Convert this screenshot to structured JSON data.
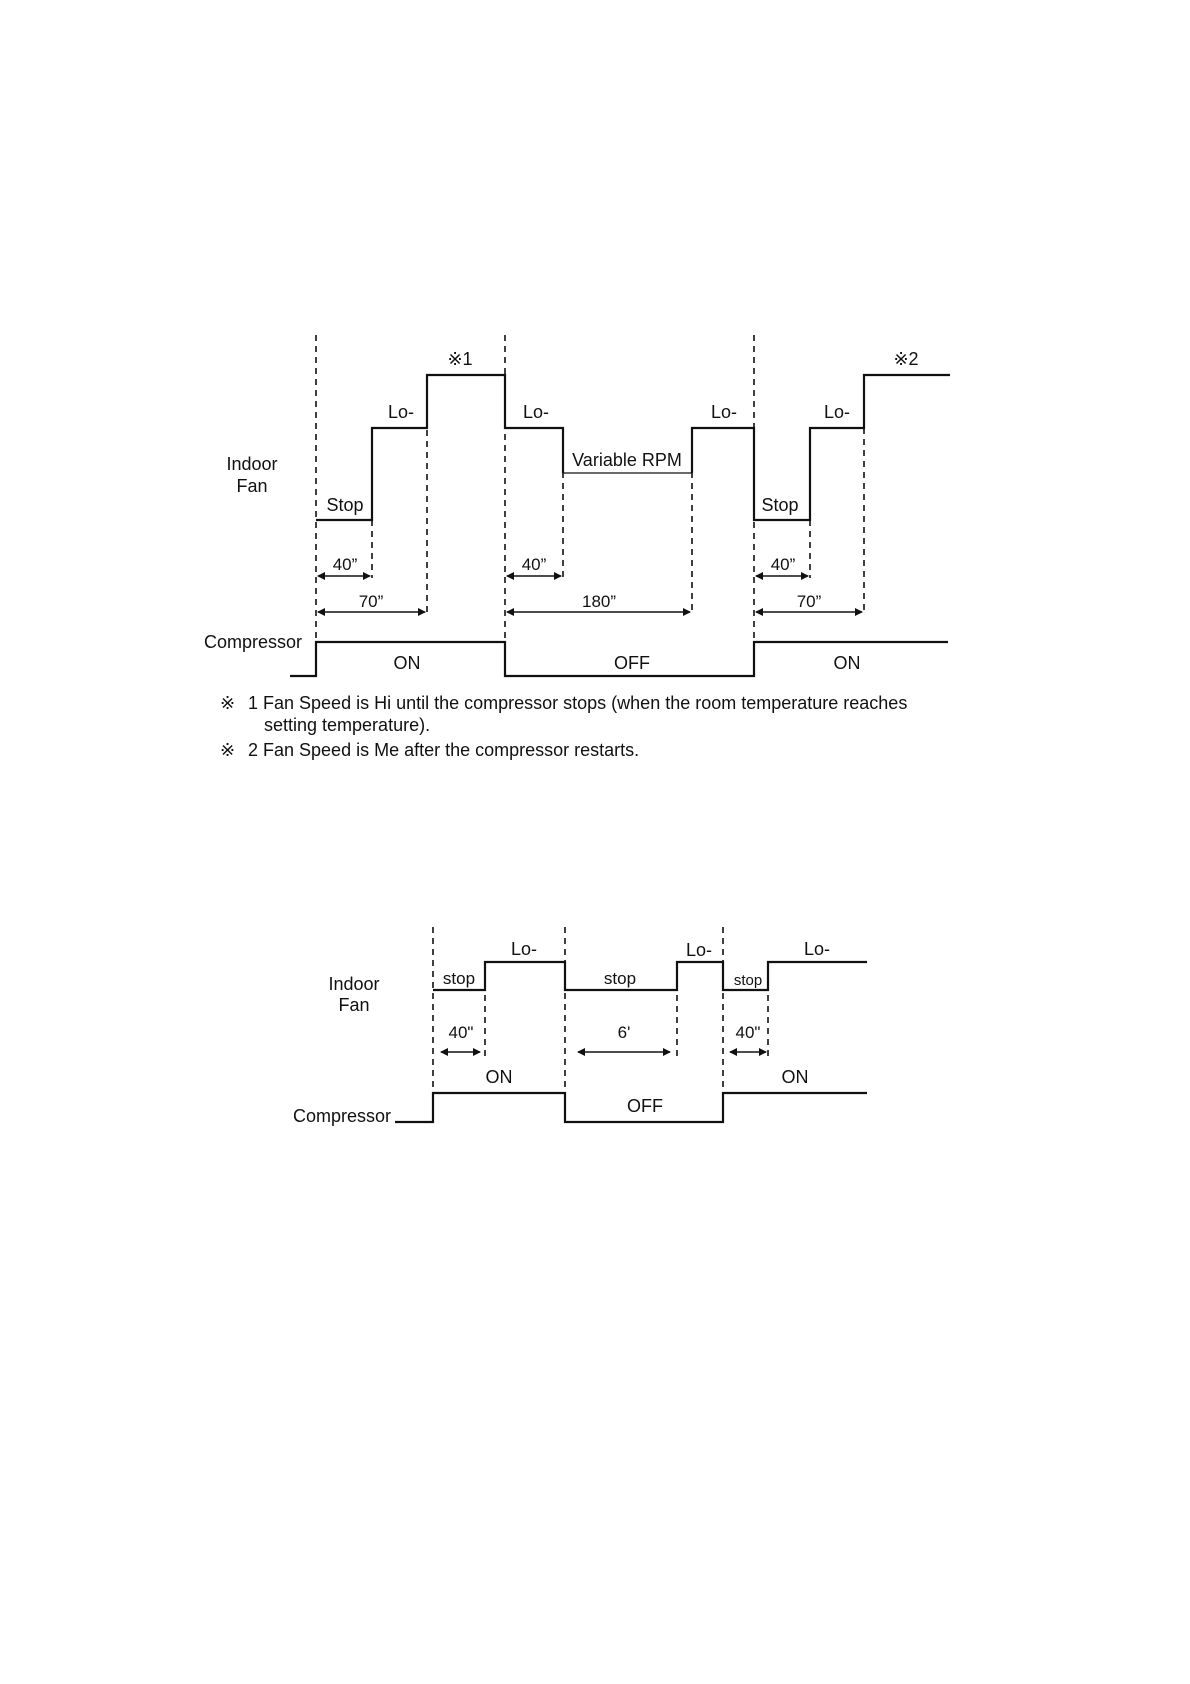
{
  "diagram1": {
    "indoor_fan_label": [
      "Indoor",
      "Fan"
    ],
    "compressor_label": "Compressor",
    "mark1": "※1",
    "mark2": "※2",
    "lo_label": "Lo-",
    "stop_label": "Stop",
    "variable_label": "Variable RPM",
    "t40": "40”",
    "t70": "70”",
    "t180": "180”",
    "on_label": "ON",
    "off_label": "OFF",
    "notes": [
      {
        "mark": "※",
        "lines": [
          "1 Fan Speed is Hi until the compressor stops (when the room temperature reaches",
          "setting temperature)."
        ]
      },
      {
        "mark": "※",
        "lines": [
          "2 Fan Speed is Me after the compressor restarts."
        ]
      }
    ]
  },
  "diagram2": {
    "indoor_fan_label": [
      "Indoor",
      "Fan"
    ],
    "compressor_label": "Compressor",
    "lo_label": "Lo-",
    "stop_label": "stop",
    "t40": "40\"",
    "t6": "6'",
    "on_label": "ON",
    "off_label": "OFF"
  }
}
